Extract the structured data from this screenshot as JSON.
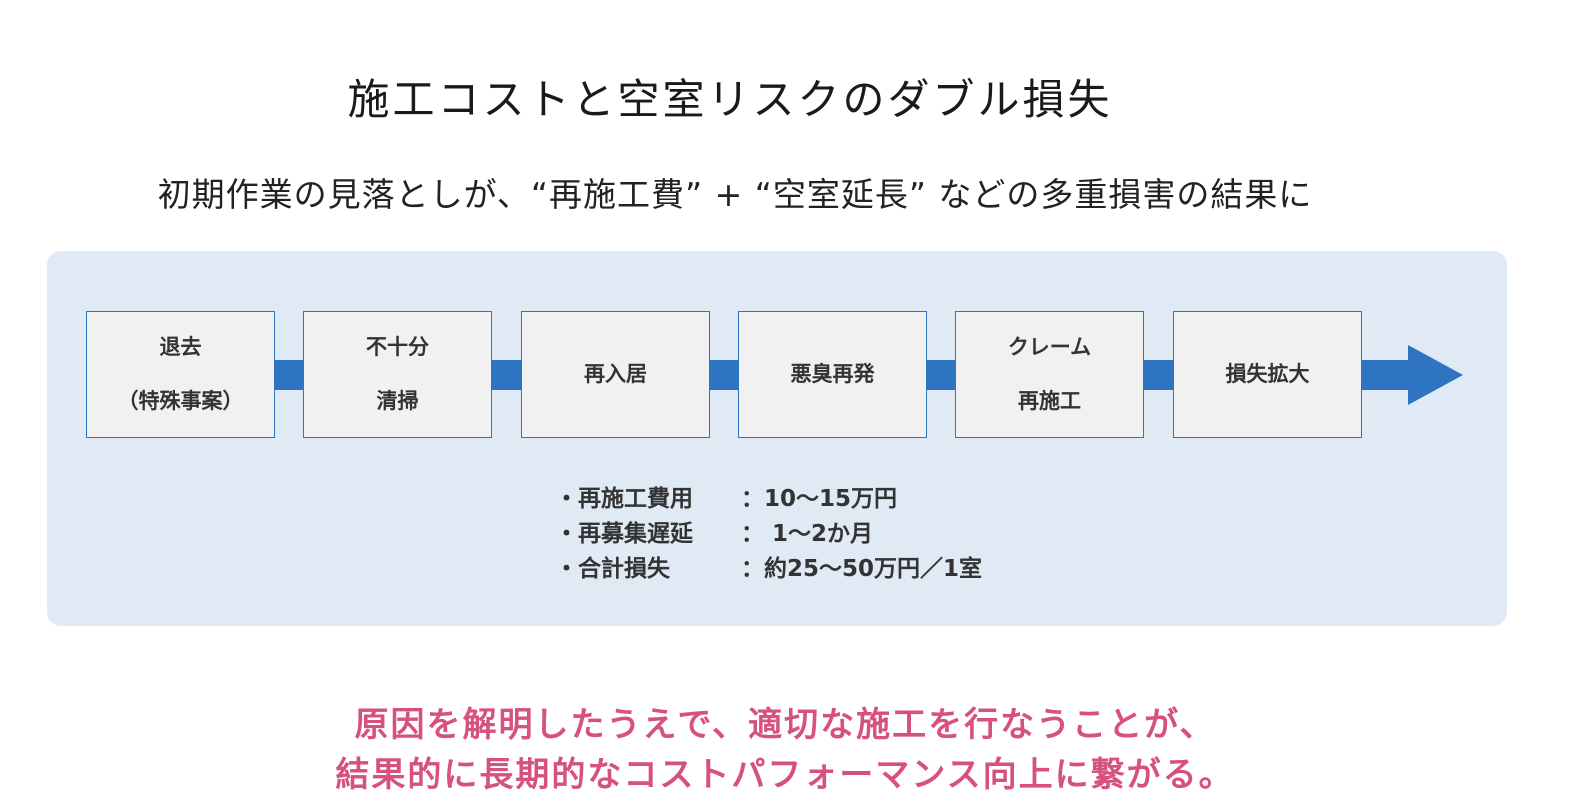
{
  "title": "施工コストと空室リスクのダブル損失",
  "subtitle": "初期作業の見落としが、“再施工費” + “空室延長” などの多重損害の結果に",
  "flow": {
    "steps": [
      {
        "line1": "退去",
        "line2": "（特殊事案）"
      },
      {
        "line1": "不十分",
        "line2": "清掃"
      },
      {
        "line1": "再入居",
        "line2": ""
      },
      {
        "line1": "悪臭再発",
        "line2": ""
      },
      {
        "line1": "クレーム",
        "line2": "再施工"
      },
      {
        "line1": "損失拡大",
        "line2": ""
      }
    ]
  },
  "details": [
    {
      "label": "・再施工費用",
      "value": "：10～15万円"
    },
    {
      "label": "・再募集遅延",
      "value": "： 1～2か月"
    },
    {
      "label": "・合計損失　",
      "value": "：約25～50万円／1室"
    }
  ],
  "conclusion": {
    "line1": "原因を解明したうえで、適切な施工を行なうことが、",
    "line2": "結果的に長期的なコストパフォーマンス向上に繋がる。"
  },
  "colors": {
    "panel": "#dfeaf5",
    "arrow": "#2e74c0",
    "step_border": "#2e74c0",
    "step_fill": "#f1f1f1",
    "conclusion": "#d6517e"
  }
}
